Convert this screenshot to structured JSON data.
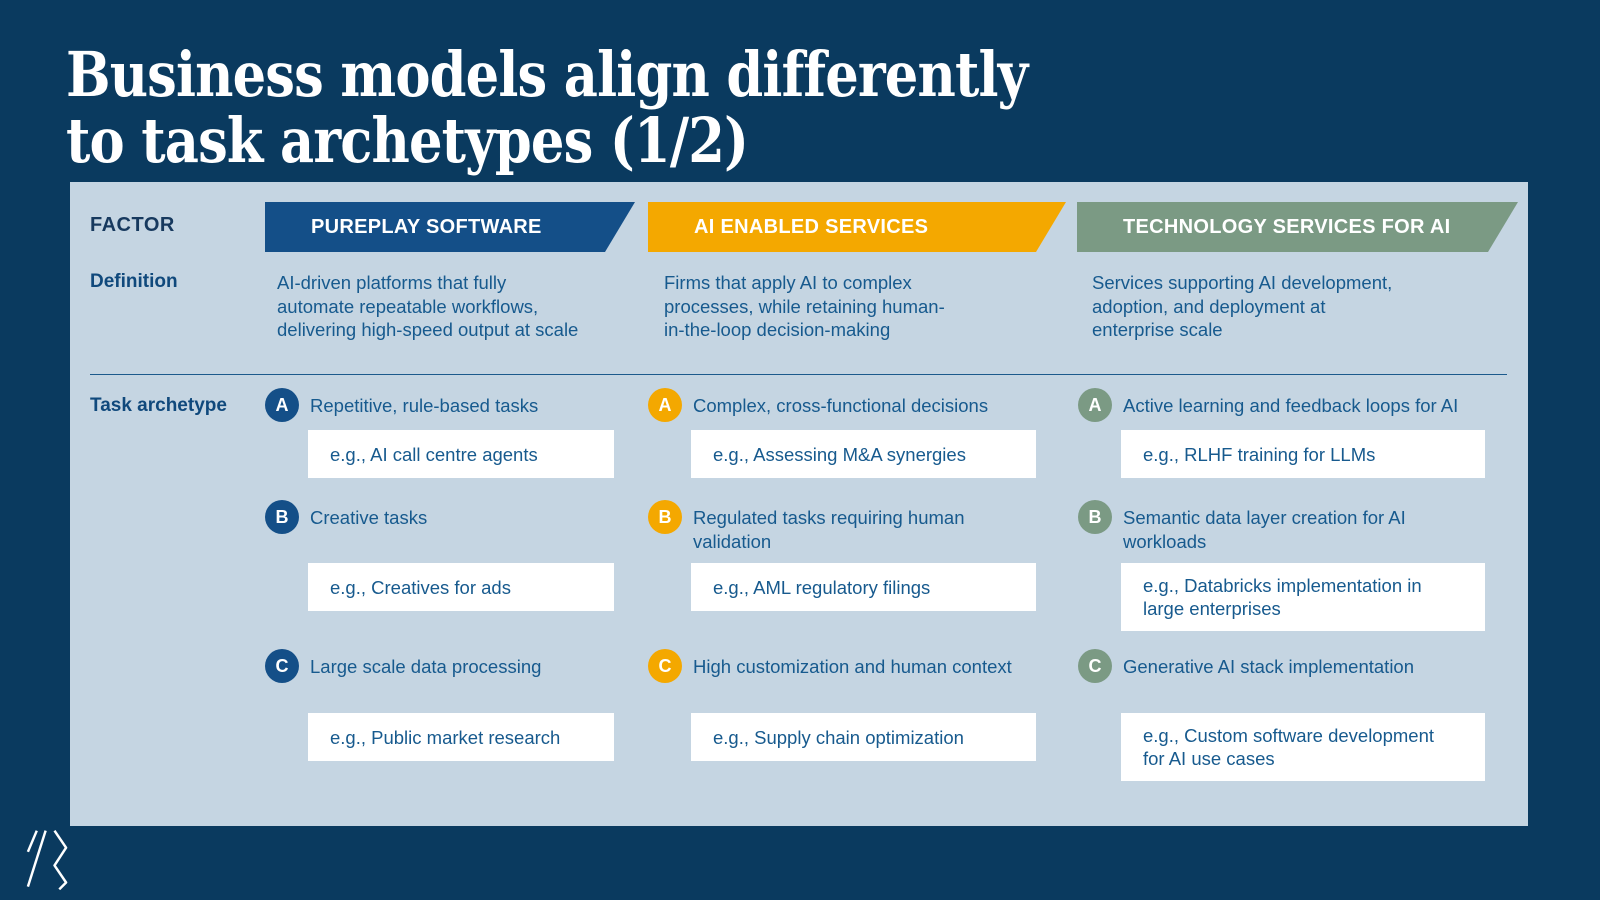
{
  "title": "Business models align differently\nto task archetypes (1/2)",
  "colors": {
    "background_navy": "#0a3a5f",
    "panel_light_blue": "#c5d5e2",
    "pureplay_blue": "#144f88",
    "services_orange": "#f4a800",
    "tech_green": "#7b9a84",
    "body_text_blue": "#175a8e",
    "example_box_white": "#ffffff"
  },
  "table": {
    "factor_header": "FACTOR",
    "row_labels": {
      "definition": "Definition",
      "task_archetype": "Task archetype"
    },
    "columns": [
      {
        "header": "PUREPLAY SOFTWARE",
        "definition": "AI-driven platforms that fully\nautomate repeatable workflows,\ndelivering high-speed output at scale",
        "tasks": [
          {
            "badge": "A",
            "label": "Repetitive, rule-based tasks",
            "example": "e.g., AI call centre agents"
          },
          {
            "badge": "B",
            "label": "Creative tasks",
            "example": "e.g., Creatives for ads"
          },
          {
            "badge": "C",
            "label": "Large scale data processing",
            "example": "e.g., Public market research"
          }
        ]
      },
      {
        "header": "AI ENABLED SERVICES",
        "definition": "Firms that apply AI to complex\nprocesses, while retaining human-\nin-the-loop decision-making",
        "tasks": [
          {
            "badge": "A",
            "label": "Complex, cross-functional decisions",
            "example": "e.g., Assessing M&A synergies"
          },
          {
            "badge": "B",
            "label": "Regulated tasks requiring human\nvalidation",
            "example": "e.g., AML regulatory filings"
          },
          {
            "badge": "C",
            "label": "High customization and human context",
            "example": "e.g., Supply chain optimization"
          }
        ]
      },
      {
        "header": "TECHNOLOGY SERVICES FOR AI",
        "definition": "Services supporting AI development,\nadoption, and deployment at\nenterprise scale",
        "tasks": [
          {
            "badge": "A",
            "label": "Active learning and feedback loops for AI",
            "example": "e.g., RLHF training for LLMs"
          },
          {
            "badge": "B",
            "label": "Semantic data layer creation for AI\nworkloads",
            "example": "e.g., Databricks implementation in\nlarge enterprises"
          },
          {
            "badge": "C",
            "label": "Generative AI stack implementation",
            "example": "e.g., Custom software development\nfor AI use cases"
          }
        ]
      }
    ]
  },
  "logo": {
    "name": "brand-mark"
  }
}
